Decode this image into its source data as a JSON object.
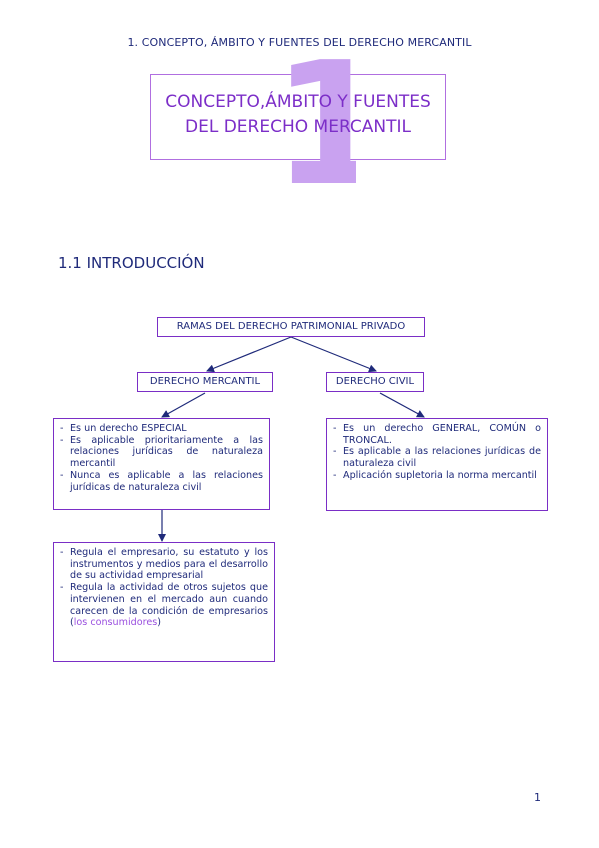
{
  "header": {
    "running_title": "1. CONCEPTO, ÁMBITO Y FUENTES DEL DERECHO MERCANTIL"
  },
  "chapter": {
    "number": "1",
    "title_line1": "CONCEPTO,ÁMBITO Y FUENTES",
    "title_line2": "DEL DERECHO MERCANTIL"
  },
  "section": {
    "heading": "1.1 INTRODUCCIÓN"
  },
  "diagram": {
    "root": "RAMAS DEL DERECHO PATRIMONIAL PRIVADO",
    "mercantil": {
      "label": "DERECHO MERCANTIL",
      "traits": [
        "Es un derecho ESPECIAL",
        "Es aplicable prioritariamente a las relaciones jurídicas de naturaleza mercantil",
        "Nunca es aplicable a las relaciones jurídicas de naturaleza civil"
      ],
      "scope": {
        "item1": "Regula el empresario, su estatuto y los instrumentos y medios para el desarrollo de su actividad empresarial",
        "item2_text": "Regula la actividad de otros sujetos que intervienen en el mercado aun cuando carecen de la condición de empresarios (",
        "item2_highlight": "los consumidores",
        "item2_close": ")"
      }
    },
    "civil": {
      "label": "DERECHO CIVIL",
      "traits": [
        "Es un derecho GENERAL, COMÚN o TRONCAL.",
        "Es aplicable a las relaciones jurídicas de naturaleza civil",
        "Aplicación supletoria la norma mercantil"
      ]
    }
  },
  "footer": {
    "page_number": "1"
  },
  "colors": {
    "accent": "#7a2ec6",
    "text": "#1f2a7a",
    "light_accent": "#c9a2f0"
  }
}
